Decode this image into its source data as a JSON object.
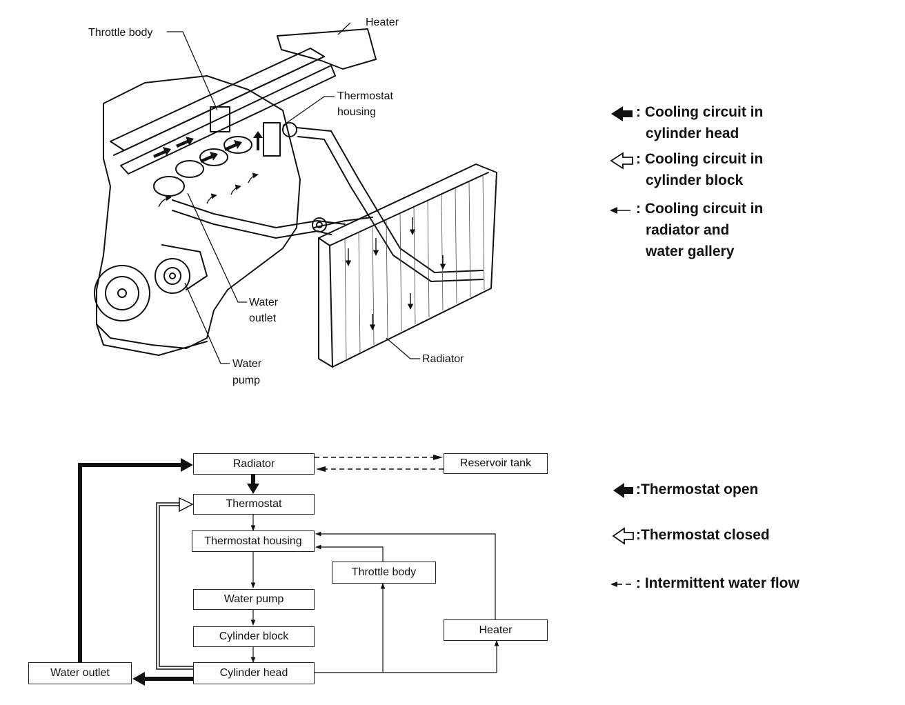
{
  "illustration": {
    "labels": {
      "heater": "Heater",
      "throttle_body": "Throttle body",
      "thermostat_housing_1": "Thermostat",
      "thermostat_housing_2": "housing",
      "water_outlet_1": "Water",
      "water_outlet_2": "outlet",
      "water_pump_1": "Water",
      "water_pump_2": "pump",
      "radiator": "Radiator"
    }
  },
  "legend_top": {
    "items": [
      {
        "icon": "solid-arrow-icon",
        "lines": [
          "Cooling circuit in",
          "cylinder head"
        ]
      },
      {
        "icon": "hollow-arrow-icon",
        "lines": [
          "Cooling circuit in",
          "cylinder block"
        ]
      },
      {
        "icon": "small-arrow-icon",
        "lines": [
          "Cooling circuit in",
          "radiator and",
          "water gallery"
        ]
      }
    ]
  },
  "flowchart": {
    "nodes": {
      "radiator": "Radiator",
      "reservoir_tank": "Reservoir tank",
      "thermostat": "Thermostat",
      "thermostat_housing": "Thermostat housing",
      "throttle_body": "Throttle body",
      "water_pump": "Water pump",
      "cylinder_block": "Cylinder block",
      "heater": "Heater",
      "water_outlet": "Water outlet",
      "cylinder_head": "Cylinder head"
    }
  },
  "legend_bottom": {
    "items": [
      {
        "icon": "solid-arrow-icon",
        "text": "Thermostat open"
      },
      {
        "icon": "hollow-arrow-icon",
        "text": "Thermostat closed"
      },
      {
        "icon": "dashed-arrow-icon",
        "text": "Intermittent water flow"
      }
    ]
  }
}
